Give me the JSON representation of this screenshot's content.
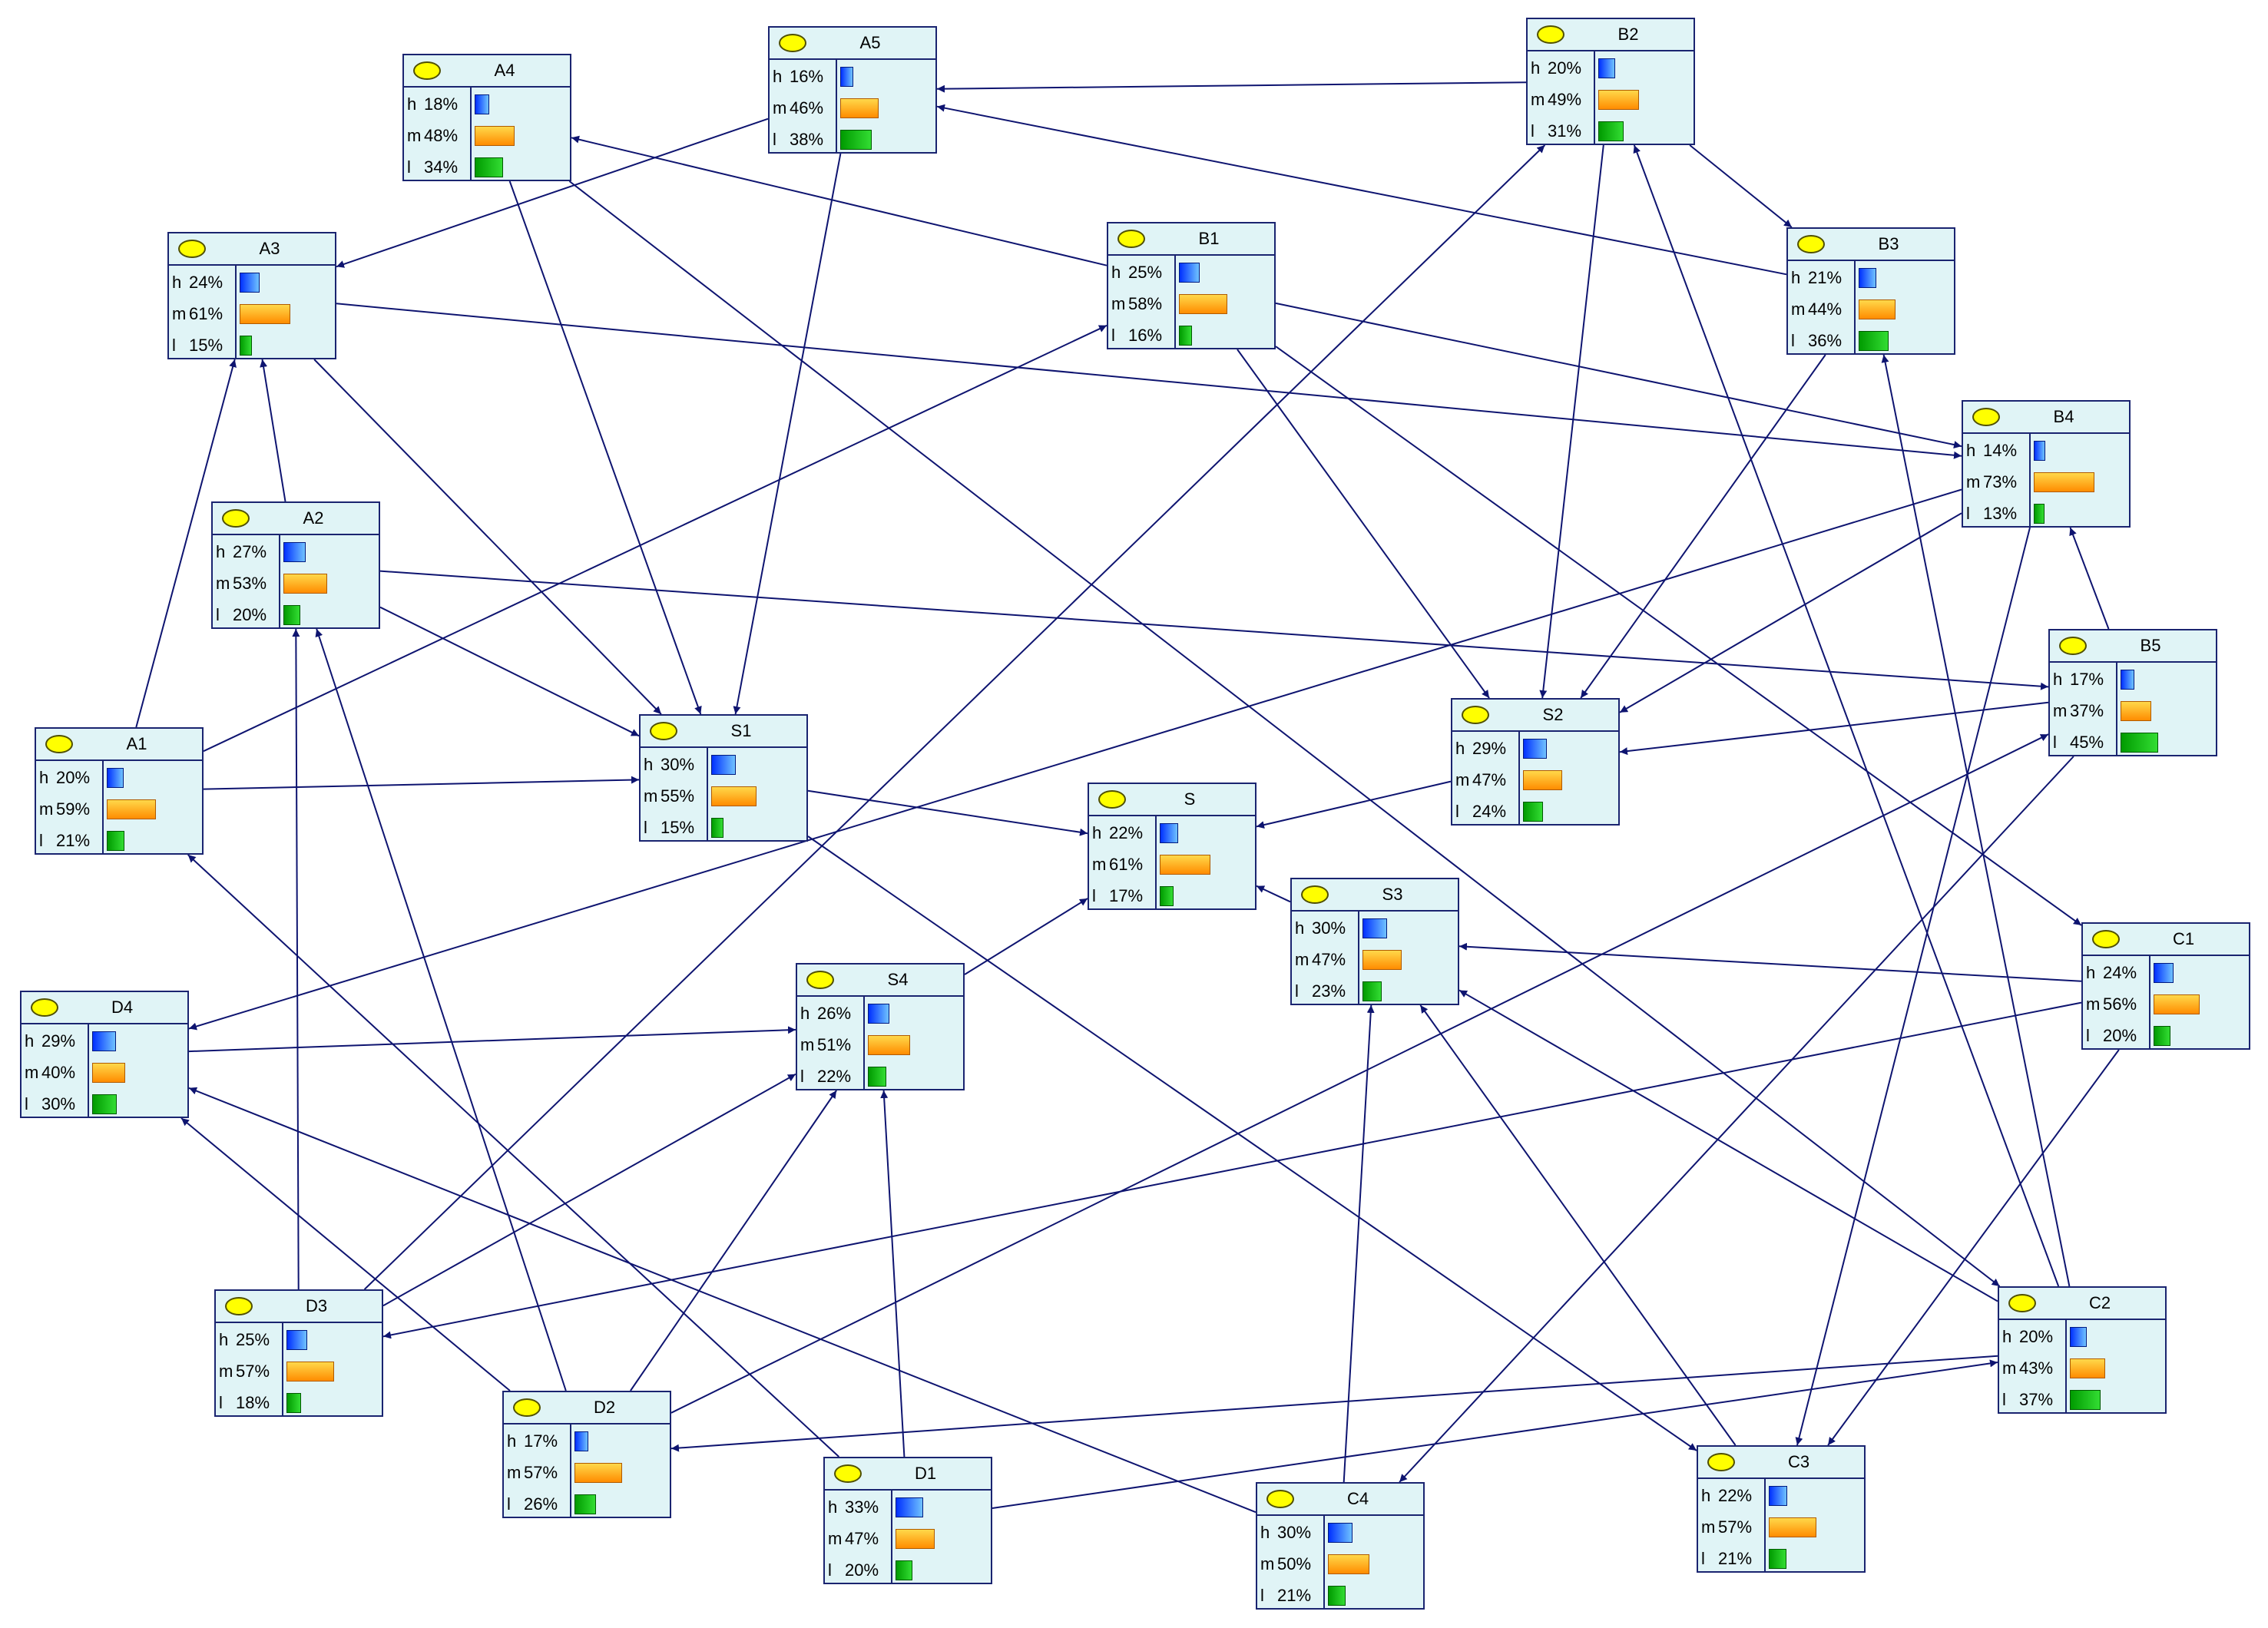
{
  "diagram": {
    "edge_color": "#0e1470",
    "node_fill": "#e0f4f6",
    "state_colors": {
      "h": "#1e5cff",
      "m": "#ffb000",
      "l": "#1fc21f"
    },
    "nodes": [
      {
        "id": "A1",
        "title": "A1",
        "states": [
          {
            "key": "h",
            "label": "h",
            "pct": "20%",
            "value": 20
          },
          {
            "key": "m",
            "label": "m",
            "pct": "59%",
            "value": 59
          },
          {
            "key": "l",
            "label": "l",
            "pct": "21%",
            "value": 21
          }
        ]
      },
      {
        "id": "A2",
        "title": "A2",
        "states": [
          {
            "key": "h",
            "label": "h",
            "pct": "27%",
            "value": 27
          },
          {
            "key": "m",
            "label": "m",
            "pct": "53%",
            "value": 53
          },
          {
            "key": "l",
            "label": "l",
            "pct": "20%",
            "value": 20
          }
        ]
      },
      {
        "id": "A3",
        "title": "A3",
        "states": [
          {
            "key": "h",
            "label": "h",
            "pct": "24%",
            "value": 24
          },
          {
            "key": "m",
            "label": "m",
            "pct": "61%",
            "value": 61
          },
          {
            "key": "l",
            "label": "l",
            "pct": "15%",
            "value": 15
          }
        ]
      },
      {
        "id": "A4",
        "title": "A4",
        "states": [
          {
            "key": "h",
            "label": "h",
            "pct": "18%",
            "value": 18
          },
          {
            "key": "m",
            "label": "m",
            "pct": "48%",
            "value": 48
          },
          {
            "key": "l",
            "label": "l",
            "pct": "34%",
            "value": 34
          }
        ]
      },
      {
        "id": "A5",
        "title": "A5",
        "states": [
          {
            "key": "h",
            "label": "h",
            "pct": "16%",
            "value": 16
          },
          {
            "key": "m",
            "label": "m",
            "pct": "46%",
            "value": 46
          },
          {
            "key": "l",
            "label": "l",
            "pct": "38%",
            "value": 38
          }
        ]
      },
      {
        "id": "B1",
        "title": "B1",
        "states": [
          {
            "key": "h",
            "label": "h",
            "pct": "25%",
            "value": 25
          },
          {
            "key": "m",
            "label": "m",
            "pct": "58%",
            "value": 58
          },
          {
            "key": "l",
            "label": "l",
            "pct": "16%",
            "value": 16
          }
        ]
      },
      {
        "id": "B2",
        "title": "B2",
        "states": [
          {
            "key": "h",
            "label": "h",
            "pct": "20%",
            "value": 20
          },
          {
            "key": "m",
            "label": "m",
            "pct": "49%",
            "value": 49
          },
          {
            "key": "l",
            "label": "l",
            "pct": "31%",
            "value": 31
          }
        ]
      },
      {
        "id": "B3",
        "title": "B3",
        "states": [
          {
            "key": "h",
            "label": "h",
            "pct": "21%",
            "value": 21
          },
          {
            "key": "m",
            "label": "m",
            "pct": "44%",
            "value": 44
          },
          {
            "key": "l",
            "label": "l",
            "pct": "36%",
            "value": 36
          }
        ]
      },
      {
        "id": "B4",
        "title": "B4",
        "states": [
          {
            "key": "h",
            "label": "h",
            "pct": "14%",
            "value": 14
          },
          {
            "key": "m",
            "label": "m",
            "pct": "73%",
            "value": 73
          },
          {
            "key": "l",
            "label": "l",
            "pct": "13%",
            "value": 13
          }
        ]
      },
      {
        "id": "B5",
        "title": "B5",
        "states": [
          {
            "key": "h",
            "label": "h",
            "pct": "17%",
            "value": 17
          },
          {
            "key": "m",
            "label": "m",
            "pct": "37%",
            "value": 37
          },
          {
            "key": "l",
            "label": "l",
            "pct": "45%",
            "value": 45
          }
        ]
      },
      {
        "id": "S1",
        "title": "S1",
        "states": [
          {
            "key": "h",
            "label": "h",
            "pct": "30%",
            "value": 30
          },
          {
            "key": "m",
            "label": "m",
            "pct": "55%",
            "value": 55
          },
          {
            "key": "l",
            "label": "l",
            "pct": "15%",
            "value": 15
          }
        ]
      },
      {
        "id": "S2",
        "title": "S2",
        "states": [
          {
            "key": "h",
            "label": "h",
            "pct": "29%",
            "value": 29
          },
          {
            "key": "m",
            "label": "m",
            "pct": "47%",
            "value": 47
          },
          {
            "key": "l",
            "label": "l",
            "pct": "24%",
            "value": 24
          }
        ]
      },
      {
        "id": "S",
        "title": "S",
        "states": [
          {
            "key": "h",
            "label": "h",
            "pct": "22%",
            "value": 22
          },
          {
            "key": "m",
            "label": "m",
            "pct": "61%",
            "value": 61
          },
          {
            "key": "l",
            "label": "l",
            "pct": "17%",
            "value": 17
          }
        ]
      },
      {
        "id": "S3",
        "title": "S3",
        "states": [
          {
            "key": "h",
            "label": "h",
            "pct": "30%",
            "value": 30
          },
          {
            "key": "m",
            "label": "m",
            "pct": "47%",
            "value": 47
          },
          {
            "key": "l",
            "label": "l",
            "pct": "23%",
            "value": 23
          }
        ]
      },
      {
        "id": "S4",
        "title": "S4",
        "states": [
          {
            "key": "h",
            "label": "h",
            "pct": "26%",
            "value": 26
          },
          {
            "key": "m",
            "label": "m",
            "pct": "51%",
            "value": 51
          },
          {
            "key": "l",
            "label": "l",
            "pct": "22%",
            "value": 22
          }
        ]
      },
      {
        "id": "D4",
        "title": "D4",
        "states": [
          {
            "key": "h",
            "label": "h",
            "pct": "29%",
            "value": 29
          },
          {
            "key": "m",
            "label": "m",
            "pct": "40%",
            "value": 40
          },
          {
            "key": "l",
            "label": "l",
            "pct": "30%",
            "value": 30
          }
        ]
      },
      {
        "id": "C1",
        "title": "C1",
        "states": [
          {
            "key": "h",
            "label": "h",
            "pct": "24%",
            "value": 24
          },
          {
            "key": "m",
            "label": "m",
            "pct": "56%",
            "value": 56
          },
          {
            "key": "l",
            "label": "l",
            "pct": "20%",
            "value": 20
          }
        ]
      },
      {
        "id": "D3",
        "title": "D3",
        "states": [
          {
            "key": "h",
            "label": "h",
            "pct": "25%",
            "value": 25
          },
          {
            "key": "m",
            "label": "m",
            "pct": "57%",
            "value": 57
          },
          {
            "key": "l",
            "label": "l",
            "pct": "18%",
            "value": 18
          }
        ]
      },
      {
        "id": "C2",
        "title": "C2",
        "states": [
          {
            "key": "h",
            "label": "h",
            "pct": "20%",
            "value": 20
          },
          {
            "key": "m",
            "label": "m",
            "pct": "43%",
            "value": 43
          },
          {
            "key": "l",
            "label": "l",
            "pct": "37%",
            "value": 37
          }
        ]
      },
      {
        "id": "D2",
        "title": "D2",
        "states": [
          {
            "key": "h",
            "label": "h",
            "pct": "17%",
            "value": 17
          },
          {
            "key": "m",
            "label": "m",
            "pct": "57%",
            "value": 57
          },
          {
            "key": "l",
            "label": "l",
            "pct": "26%",
            "value": 26
          }
        ]
      },
      {
        "id": "D1",
        "title": "D1",
        "states": [
          {
            "key": "h",
            "label": "h",
            "pct": "33%",
            "value": 33
          },
          {
            "key": "m",
            "label": "m",
            "pct": "47%",
            "value": 47
          },
          {
            "key": "l",
            "label": "l",
            "pct": "20%",
            "value": 20
          }
        ]
      },
      {
        "id": "C4",
        "title": "C4",
        "states": [
          {
            "key": "h",
            "label": "h",
            "pct": "30%",
            "value": 30
          },
          {
            "key": "m",
            "label": "m",
            "pct": "50%",
            "value": 50
          },
          {
            "key": "l",
            "label": "l",
            "pct": "21%",
            "value": 21
          }
        ]
      },
      {
        "id": "C3",
        "title": "C3",
        "states": [
          {
            "key": "h",
            "label": "h",
            "pct": "22%",
            "value": 22
          },
          {
            "key": "m",
            "label": "m",
            "pct": "57%",
            "value": 57
          },
          {
            "key": "l",
            "label": "l",
            "pct": "21%",
            "value": 21
          }
        ]
      }
    ],
    "edges": [
      {
        "from": "A1",
        "to": "A3"
      },
      {
        "from": "A1",
        "to": "S1"
      },
      {
        "from": "A1",
        "to": "B1"
      },
      {
        "from": "A2",
        "to": "A3"
      },
      {
        "from": "A2",
        "to": "S1"
      },
      {
        "from": "A2",
        "to": "B5"
      },
      {
        "from": "A3",
        "to": "S1"
      },
      {
        "from": "A3",
        "to": "B4"
      },
      {
        "from": "A4",
        "to": "S1"
      },
      {
        "from": "A4",
        "to": "C2"
      },
      {
        "from": "A5",
        "to": "A3"
      },
      {
        "from": "A5",
        "to": "S1"
      },
      {
        "from": "B1",
        "to": "A4"
      },
      {
        "from": "B1",
        "to": "S2"
      },
      {
        "from": "B1",
        "to": "B4"
      },
      {
        "from": "B1",
        "to": "C1"
      },
      {
        "from": "B2",
        "to": "A5"
      },
      {
        "from": "B2",
        "to": "S2"
      },
      {
        "from": "B2",
        "to": "B3"
      },
      {
        "from": "B3",
        "to": "A5"
      },
      {
        "from": "B3",
        "to": "S2"
      },
      {
        "from": "B4",
        "to": "S2"
      },
      {
        "from": "B4",
        "to": "D4"
      },
      {
        "from": "B4",
        "to": "C3"
      },
      {
        "from": "B5",
        "to": "B4"
      },
      {
        "from": "B5",
        "to": "S2"
      },
      {
        "from": "B5",
        "to": "C4"
      },
      {
        "from": "S1",
        "to": "S"
      },
      {
        "from": "S1",
        "to": "C3"
      },
      {
        "from": "S2",
        "to": "S"
      },
      {
        "from": "S3",
        "to": "S"
      },
      {
        "from": "S4",
        "to": "S"
      },
      {
        "from": "C1",
        "to": "S3"
      },
      {
        "from": "C1",
        "to": "D3"
      },
      {
        "from": "C1",
        "to": "C3"
      },
      {
        "from": "C2",
        "to": "S3"
      },
      {
        "from": "C2",
        "to": "B2"
      },
      {
        "from": "C2",
        "to": "B3"
      },
      {
        "from": "C2",
        "to": "D2"
      },
      {
        "from": "C3",
        "to": "S3"
      },
      {
        "from": "C4",
        "to": "S3"
      },
      {
        "from": "C4",
        "to": "D4"
      },
      {
        "from": "D1",
        "to": "S4"
      },
      {
        "from": "D1",
        "to": "A1"
      },
      {
        "from": "D1",
        "to": "C2"
      },
      {
        "from": "D2",
        "to": "S4"
      },
      {
        "from": "D2",
        "to": "A2"
      },
      {
        "from": "D2",
        "to": "D4"
      },
      {
        "from": "D2",
        "to": "B5"
      },
      {
        "from": "D3",
        "to": "S4"
      },
      {
        "from": "D3",
        "to": "A2"
      },
      {
        "from": "D3",
        "to": "B2"
      },
      {
        "from": "D4",
        "to": "S4"
      }
    ]
  }
}
